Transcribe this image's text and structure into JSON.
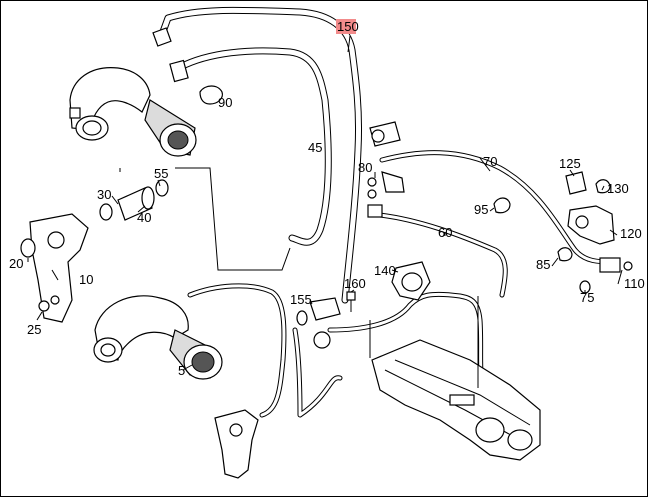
{
  "labels": {
    "l150": "150",
    "l90": "90",
    "l45": "45",
    "l55": "55",
    "l30": "30",
    "l40": "40",
    "l20": "20",
    "l10": "10",
    "l25": "25",
    "l5": "5",
    "l80": "80",
    "l70": "70",
    "l125": "125",
    "l130": "130",
    "l95": "95",
    "l60": "60",
    "l120": "120",
    "l85": "85",
    "l140": "140",
    "l160": "160",
    "l155": "155",
    "l75": "75",
    "l110": "110"
  },
  "colors": {
    "highlight": "#f28b8b",
    "line": "#000000",
    "background": "#ffffff"
  }
}
